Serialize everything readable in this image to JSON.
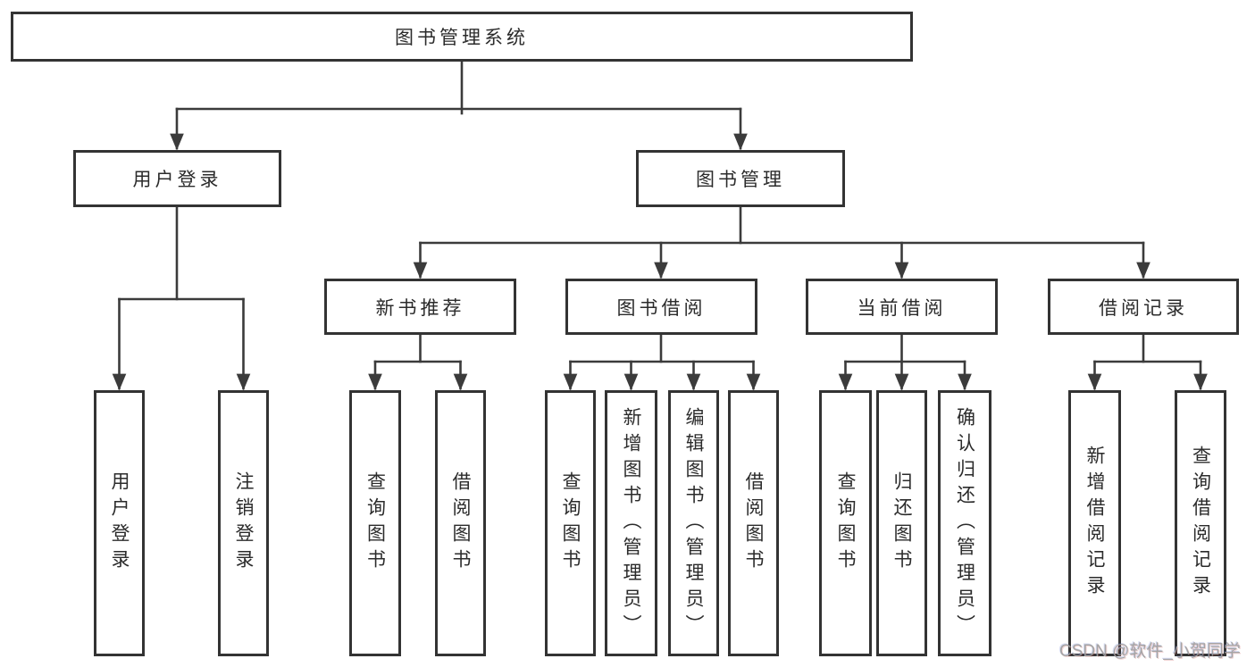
{
  "diagram": {
    "root": {
      "label": "图书管理系统"
    },
    "branches": [
      {
        "label": "用户登录",
        "children": [
          {
            "label": "用户登录"
          },
          {
            "label": "注销登录"
          }
        ]
      },
      {
        "label": "图书管理",
        "children": [
          {
            "label": "新书推荐",
            "children": [
              {
                "label": "查询图书"
              },
              {
                "label": "借阅图书"
              }
            ]
          },
          {
            "label": "图书借阅",
            "children": [
              {
                "label": "查询图书"
              },
              {
                "label": "新增图书（管理员）"
              },
              {
                "label": "编辑图书（管理员）"
              },
              {
                "label": "借阅图书"
              }
            ]
          },
          {
            "label": "当前借阅",
            "children": [
              {
                "label": "查询图书"
              },
              {
                "label": "归还图书"
              },
              {
                "label": "确认归还（管理员）"
              }
            ]
          },
          {
            "label": "借阅记录",
            "children": [
              {
                "label": "新增借阅记录"
              },
              {
                "label": "查询借阅记录"
              }
            ]
          }
        ]
      }
    ]
  },
  "watermark": {
    "text": "CSDN @软件_小贺同学"
  },
  "colors": {
    "line": "#3b3b3b",
    "box_border": "#333333",
    "box_fill": "#ffffff",
    "text": "#2b2b2b",
    "watermark": "#9e9e9e",
    "background": "#ffffff"
  }
}
